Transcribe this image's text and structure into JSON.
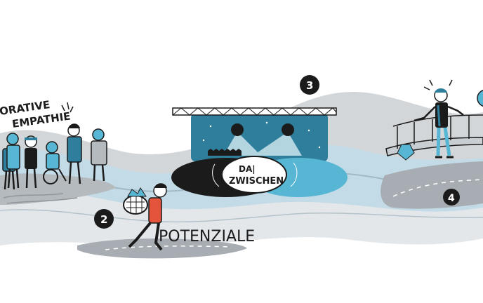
{
  "labels": {
    "empathie_line1": "ORATIVE",
    "empathie_line2": "EMPATHIE",
    "potenziale": "POTENZIALE",
    "dazwischen_line1": "DA|",
    "dazwischen_line2": "ZWISCHEN"
  },
  "markers": [
    {
      "id": "2",
      "label": "2"
    },
    {
      "id": "3",
      "label": "3"
    },
    {
      "id": "4",
      "label": "4"
    }
  ],
  "colors": {
    "teal": "#2f7f9c",
    "teal_light": "#56b6d4",
    "river_blue": "#bcd6e2",
    "river_grey": "#c9ced3",
    "ground_grey": "#a7adb2",
    "dark": "#1b1b1b",
    "accent_red": "#e4533b"
  }
}
